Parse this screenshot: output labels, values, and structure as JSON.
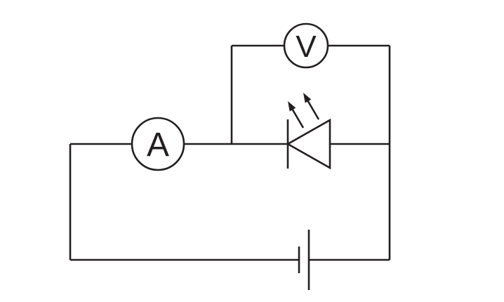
{
  "diagram": {
    "type": "circuit-diagram",
    "background_color": "#ffffff",
    "stroke_color": "#231f20",
    "voltmeter": {
      "label": "V"
    },
    "ammeter": {
      "label": "A"
    },
    "components": [
      {
        "name": "voltmeter",
        "symbol": "circle-V",
        "connection": "parallel"
      },
      {
        "name": "ammeter",
        "symbol": "circle-A",
        "connection": "series"
      },
      {
        "name": "led",
        "symbol": "diode-triangle-with-emission-arrows"
      },
      {
        "name": "cell",
        "symbol": "long-and-short-plates"
      }
    ]
  }
}
